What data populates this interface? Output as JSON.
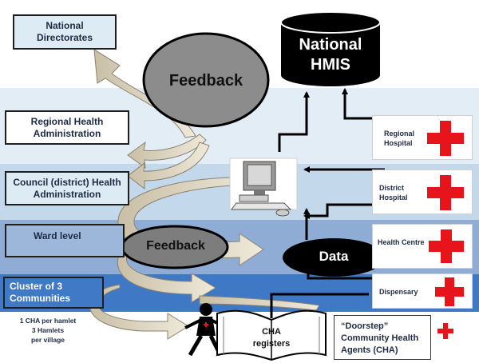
{
  "levels": {
    "national_directorates": "National\nDirectorates",
    "regional": "Regional  Health\nAdministration",
    "council": "Council (district) Health\nAdministration",
    "ward": "Ward level",
    "cluster": "Cluster of  3\nCommunities",
    "cha_ratio": "1 CHA per hamlet\n3 Hamlets\nper village"
  },
  "center": {
    "feedback_top": "Feedback",
    "feedback_mid": "Feedback",
    "national_hmis": "National\nHMIS",
    "data": "Data",
    "cha_registers": "CHA\nregisters"
  },
  "facilities": {
    "regional_hospital": "Regional\nHospital",
    "district_hospital": "District\nHospital",
    "health_centre": "Health Centre",
    "dispensary": "Dispensary",
    "doorstep": "“Doorstep”\nCommunity Health\nAgents (CHA)"
  },
  "colors": {
    "band_light": "#dfeaf2",
    "band_mid": "#bcd3e6",
    "band_dark": "#8aa8cf",
    "band_cluster": "#3f77c2",
    "cross_red": "#e8141b",
    "ellipse_grey": "#808080"
  }
}
